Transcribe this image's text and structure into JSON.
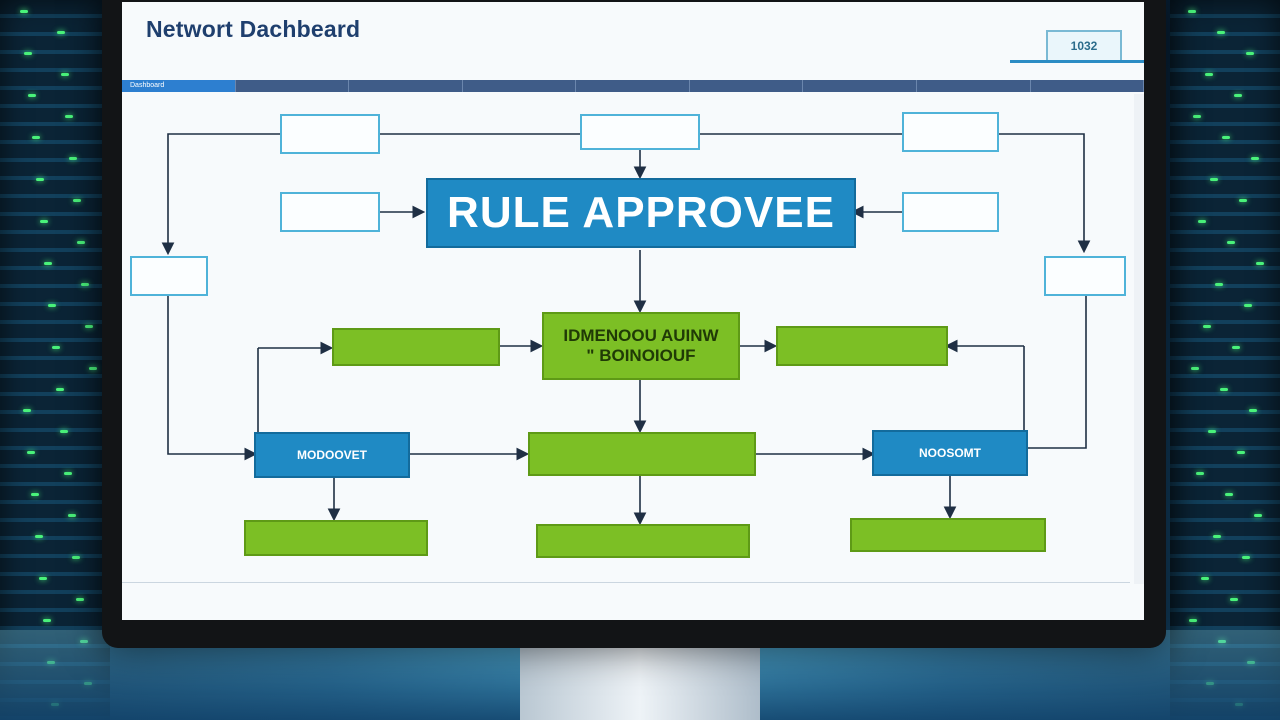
{
  "header": {
    "title": "Networt Dachbeard",
    "subtitle": "",
    "badge": "1032"
  },
  "nav": {
    "items": [
      "Dashboard",
      "",
      "",
      "",
      "",
      "",
      "",
      "",
      ""
    ]
  },
  "flow": {
    "main": "RULE APPROVEE",
    "top_left": "",
    "top_center": "",
    "top_right": "",
    "mid_left_in": "",
    "mid_right_in": "",
    "side_left": "",
    "side_right": "",
    "center_caption": "",
    "center_caption2": "",
    "center_review": "IDMENOOU AUINW\n\" BOINOIOUF",
    "green_left": "",
    "green_right": "",
    "blue_left": "MODOOVET",
    "blue_right": "NOOSOMT",
    "green_center": "",
    "bottom_left": "",
    "bottom_center": "",
    "bottom_right": ""
  },
  "footer": {
    "text": ""
  }
}
